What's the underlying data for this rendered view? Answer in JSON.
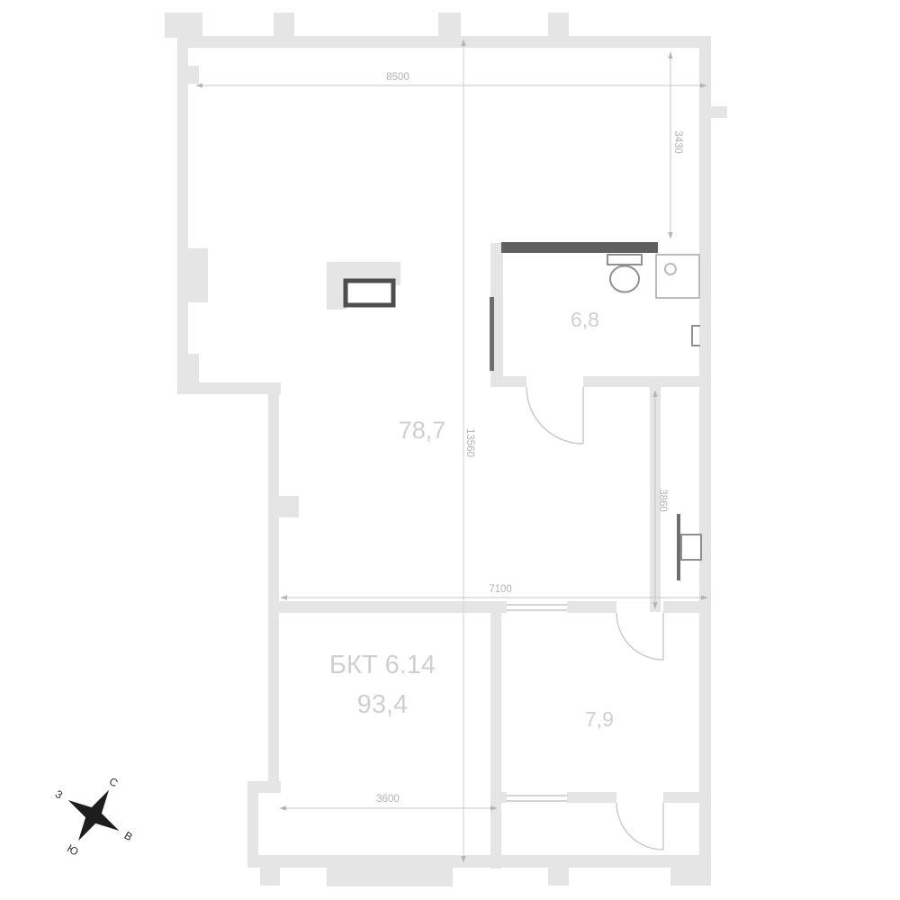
{
  "plan": {
    "rooms": {
      "living": {
        "area": "78,7"
      },
      "bathroom": {
        "area": "6,8"
      },
      "bkt": {
        "name": "БКТ 6.14",
        "area": "93,4"
      },
      "small_room": {
        "area": "7,9"
      }
    },
    "dimensions": {
      "top_width": "8500",
      "right_upper_height": "3430",
      "total_height": "13560",
      "right_mid_height": "3860",
      "mid_width": "7100",
      "bottom_width": "3600"
    },
    "compass": {
      "north": "С",
      "east": "В",
      "south": "Ю",
      "west": "З"
    },
    "colors": {
      "wall": "#e5e5e5",
      "wall_dark": "#5f5f5f",
      "dimension_line": "#c4c4c4",
      "dimension_text": "#b3b3b3",
      "room_label": "#d0d0d0",
      "compass": "#1d1d1d"
    }
  }
}
